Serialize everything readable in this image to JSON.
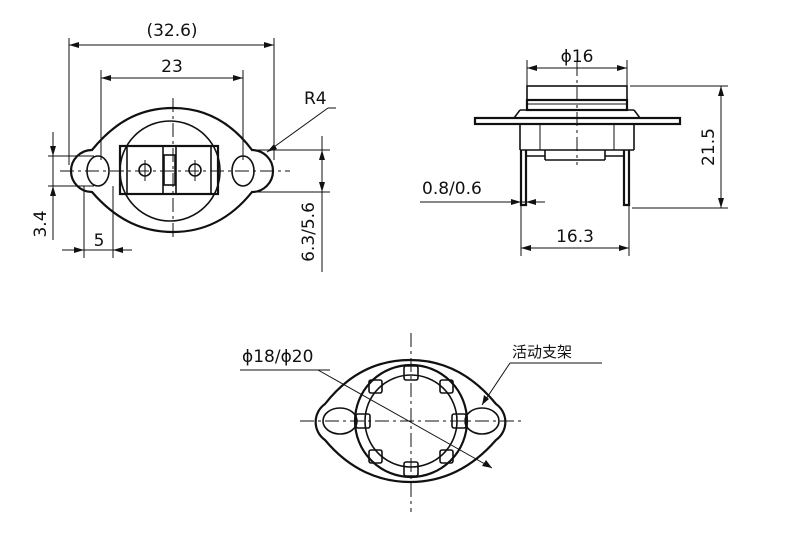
{
  "dimensions": {
    "overall_width": "(32.6)",
    "hole_spacing": "23",
    "radius": "R4",
    "hole_dia": "3.4",
    "edge": "5",
    "mount_height": "6.3/5.6",
    "cap_dia": "ϕ16",
    "total_height": "21.5",
    "thickness": "0.8/0.6",
    "terminal_spacing": "16.3",
    "body_dia": "ϕ18/ϕ20"
  },
  "callouts": {
    "movable_bracket": "活动支架"
  }
}
